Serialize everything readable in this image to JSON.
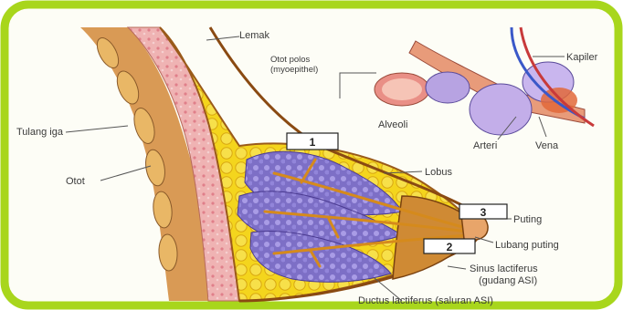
{
  "labels": {
    "lemak": "Lemak",
    "otot_polos_1": "Otot polos",
    "otot_polos_2": "(myoepithel)",
    "kapiler": "Kapiler",
    "alveoli": "Alveoli",
    "arteri": "Arteri",
    "vena": "Vena",
    "tulang_iga": "Tulang iga",
    "otot": "Otot",
    "lobus": "Lobus",
    "puting": "Puting",
    "lubang_puting": "Lubang puting",
    "sinus_1": "Sinus lactiferus",
    "sinus_2": "(gudang ASI)",
    "ductus": "Ductus lactiferus (saluran ASI)"
  },
  "numbers": {
    "n1": "1",
    "n2": "2",
    "n3": "3"
  },
  "colors": {
    "frame": "#a8d61c",
    "fat": "#f2d21b",
    "muscle_pink": "#e9a7a7",
    "skin": "#f4c78f",
    "lobule": "#8a7fd0",
    "duct": "#d58a1c"
  }
}
